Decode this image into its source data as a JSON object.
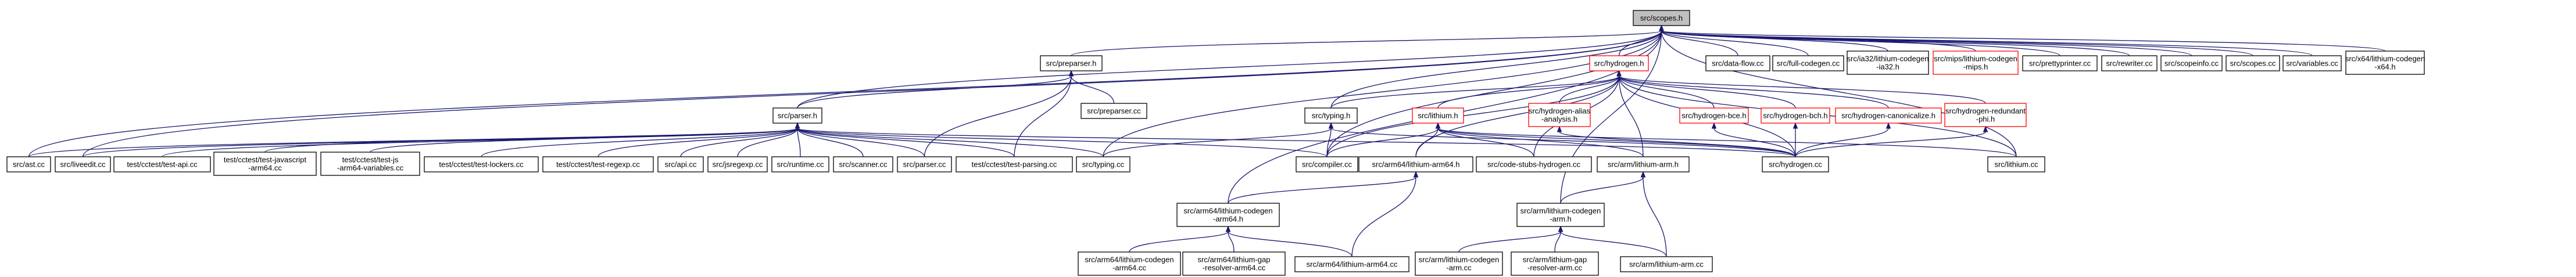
{
  "graph": {
    "nodes": [
      {
        "id": "scopes_h",
        "lines": [
          "src/scopes.h"
        ],
        "style": "root"
      },
      {
        "id": "preparser_h",
        "lines": [
          "src/preparser.h"
        ],
        "style": "normal"
      },
      {
        "id": "hydrogen_h",
        "lines": [
          "src/hydrogen.h"
        ],
        "style": "red"
      },
      {
        "id": "data_flow",
        "lines": [
          "src/data-flow.cc"
        ],
        "style": "normal"
      },
      {
        "id": "full_codegen",
        "lines": [
          "src/full-codegen.cc"
        ],
        "style": "normal"
      },
      {
        "id": "ia32_lithium_codegen",
        "lines": [
          "src/ia32/lithium-codegen",
          "-ia32.h"
        ],
        "style": "normal"
      },
      {
        "id": "mips_lithium_codegen",
        "lines": [
          "src/mips/lithium-codegen",
          "-mips.h"
        ],
        "style": "red"
      },
      {
        "id": "prettyprinter",
        "lines": [
          "src/prettyprinter.cc"
        ],
        "style": "normal"
      },
      {
        "id": "rewriter",
        "lines": [
          "src/rewriter.cc"
        ],
        "style": "normal"
      },
      {
        "id": "scopeinfo",
        "lines": [
          "src/scopeinfo.cc"
        ],
        "style": "normal"
      },
      {
        "id": "scopes_cc",
        "lines": [
          "src/scopes.cc"
        ],
        "style": "normal"
      },
      {
        "id": "variables",
        "lines": [
          "src/variables.cc"
        ],
        "style": "normal"
      },
      {
        "id": "x64_lithium_codegen",
        "lines": [
          "src/x64/lithium-codegen",
          "-x64.h"
        ],
        "style": "normal"
      },
      {
        "id": "preparser_cc",
        "lines": [
          "src/preparser.cc"
        ],
        "style": "normal"
      },
      {
        "id": "parser_h",
        "lines": [
          "src/parser.h"
        ],
        "style": "normal"
      },
      {
        "id": "typing_h",
        "lines": [
          "src/typing.h"
        ],
        "style": "normal"
      },
      {
        "id": "lithium_h",
        "lines": [
          "src/lithium.h"
        ],
        "style": "red"
      },
      {
        "id": "hydrogen_alias",
        "lines": [
          "src/hydrogen-alias",
          "-analysis.h"
        ],
        "style": "red"
      },
      {
        "id": "hydrogen_bce",
        "lines": [
          "src/hydrogen-bce.h"
        ],
        "style": "red"
      },
      {
        "id": "hydrogen_bch",
        "lines": [
          "src/hydrogen-bch.h"
        ],
        "style": "red"
      },
      {
        "id": "hydrogen_canon",
        "lines": [
          "src/hydrogen-canonicalize.h"
        ],
        "style": "red"
      },
      {
        "id": "hydrogen_redundant",
        "lines": [
          "src/hydrogen-redundant",
          "-phi.h"
        ],
        "style": "red"
      },
      {
        "id": "ast",
        "lines": [
          "src/ast.cc"
        ],
        "style": "normal"
      },
      {
        "id": "liveedit",
        "lines": [
          "src/liveedit.cc"
        ],
        "style": "normal"
      },
      {
        "id": "test_api",
        "lines": [
          "test/cctest/test-api.cc"
        ],
        "style": "normal"
      },
      {
        "id": "test_js_arm64",
        "lines": [
          "test/cctest/test-javascript",
          "-arm64.cc"
        ],
        "style": "normal"
      },
      {
        "id": "test_js_arm64_var",
        "lines": [
          "test/cctest/test-js",
          "-arm64-variables.cc"
        ],
        "style": "normal"
      },
      {
        "id": "test_lockers",
        "lines": [
          "test/cctest/test-lockers.cc"
        ],
        "style": "normal"
      },
      {
        "id": "test_regexp",
        "lines": [
          "test/cctest/test-regexp.cc"
        ],
        "style": "normal"
      },
      {
        "id": "api",
        "lines": [
          "src/api.cc"
        ],
        "style": "normal"
      },
      {
        "id": "jsregexp",
        "lines": [
          "src/jsregexp.cc"
        ],
        "style": "normal"
      },
      {
        "id": "runtime",
        "lines": [
          "src/runtime.cc"
        ],
        "style": "normal"
      },
      {
        "id": "scanner",
        "lines": [
          "src/scanner.cc"
        ],
        "style": "normal"
      },
      {
        "id": "parser_cc",
        "lines": [
          "src/parser.cc"
        ],
        "style": "normal"
      },
      {
        "id": "test_parsing",
        "lines": [
          "test/cctest/test-parsing.cc"
        ],
        "style": "normal"
      },
      {
        "id": "typing_cc",
        "lines": [
          "src/typing.cc"
        ],
        "style": "normal"
      },
      {
        "id": "compiler",
        "lines": [
          "src/compiler.cc"
        ],
        "style": "normal"
      },
      {
        "id": "arm64_lithium_arm64_h",
        "lines": [
          "src/arm64/lithium-arm64.h"
        ],
        "style": "normal"
      },
      {
        "id": "code_stubs_hydrogen",
        "lines": [
          "src/code-stubs-hydrogen.cc"
        ],
        "style": "normal"
      },
      {
        "id": "arm_lithium_arm_h",
        "lines": [
          "src/arm/lithium-arm.h"
        ],
        "style": "normal"
      },
      {
        "id": "hydrogen_cc",
        "lines": [
          "src/hydrogen.cc"
        ],
        "style": "normal"
      },
      {
        "id": "lithium_cc",
        "lines": [
          "src/lithium.cc"
        ],
        "style": "normal"
      },
      {
        "id": "arm64_lithium_codegen_h",
        "lines": [
          "src/arm64/lithium-codegen",
          "-arm64.h"
        ],
        "style": "normal"
      },
      {
        "id": "arm_lithium_codegen_h",
        "lines": [
          "src/arm/lithium-codegen",
          "-arm.h"
        ],
        "style": "normal"
      },
      {
        "id": "arm64_lithium_codegen_cc",
        "lines": [
          "src/arm64/lithium-codegen",
          "-arm64.cc"
        ],
        "style": "normal"
      },
      {
        "id": "arm64_gap_resolver",
        "lines": [
          "src/arm64/lithium-gap",
          "-resolver-arm64.cc"
        ],
        "style": "normal"
      },
      {
        "id": "arm64_lithium_arm64_cc",
        "lines": [
          "src/arm64/lithium-arm64.cc"
        ],
        "style": "normal"
      },
      {
        "id": "arm_lithium_codegen_cc",
        "lines": [
          "src/arm/lithium-codegen",
          "-arm.cc"
        ],
        "style": "normal"
      },
      {
        "id": "arm_gap_resolver",
        "lines": [
          "src/arm/lithium-gap",
          "-resolver-arm.cc"
        ],
        "style": "normal"
      },
      {
        "id": "arm_lithium_arm_cc",
        "lines": [
          "src/arm/lithium-arm.cc"
        ],
        "style": "normal"
      }
    ],
    "edges": [
      [
        "scopes_h",
        "preparser_h"
      ],
      [
        "scopes_h",
        "hydrogen_h"
      ],
      [
        "scopes_h",
        "data_flow"
      ],
      [
        "scopes_h",
        "full_codegen"
      ],
      [
        "scopes_h",
        "ia32_lithium_codegen"
      ],
      [
        "scopes_h",
        "mips_lithium_codegen"
      ],
      [
        "scopes_h",
        "prettyprinter"
      ],
      [
        "scopes_h",
        "rewriter"
      ],
      [
        "scopes_h",
        "scopeinfo"
      ],
      [
        "scopes_h",
        "scopes_cc"
      ],
      [
        "scopes_h",
        "variables"
      ],
      [
        "scopes_h",
        "x64_lithium_codegen"
      ],
      [
        "scopes_h",
        "parser_h"
      ],
      [
        "scopes_h",
        "ast"
      ],
      [
        "scopes_h",
        "liveedit"
      ],
      [
        "scopes_h",
        "typing_h"
      ],
      [
        "scopes_h",
        "typing_cc"
      ],
      [
        "scopes_h",
        "compiler"
      ],
      [
        "scopes_h",
        "lithium_cc"
      ],
      [
        "scopes_h",
        "arm_lithium_codegen_h"
      ],
      [
        "scopes_h",
        "arm64_lithium_codegen_h"
      ],
      [
        "preparser_h",
        "preparser_cc"
      ],
      [
        "preparser_h",
        "parser_h"
      ],
      [
        "preparser_h",
        "parser_cc"
      ],
      [
        "preparser_h",
        "test_parsing"
      ],
      [
        "parser_h",
        "ast"
      ],
      [
        "parser_h",
        "liveedit"
      ],
      [
        "parser_h",
        "test_api"
      ],
      [
        "parser_h",
        "test_js_arm64"
      ],
      [
        "parser_h",
        "test_js_arm64_var"
      ],
      [
        "parser_h",
        "test_lockers"
      ],
      [
        "parser_h",
        "test_regexp"
      ],
      [
        "parser_h",
        "api"
      ],
      [
        "parser_h",
        "jsregexp"
      ],
      [
        "parser_h",
        "runtime"
      ],
      [
        "parser_h",
        "scanner"
      ],
      [
        "parser_h",
        "parser_cc"
      ],
      [
        "parser_h",
        "test_parsing"
      ],
      [
        "parser_h",
        "typing_cc"
      ],
      [
        "parser_h",
        "compiler"
      ],
      [
        "parser_h",
        "hydrogen_cc"
      ],
      [
        "hydrogen_h",
        "typing_h"
      ],
      [
        "hydrogen_h",
        "lithium_h"
      ],
      [
        "hydrogen_h",
        "hydrogen_alias"
      ],
      [
        "hydrogen_h",
        "hydrogen_bce"
      ],
      [
        "hydrogen_h",
        "hydrogen_bch"
      ],
      [
        "hydrogen_h",
        "hydrogen_canon"
      ],
      [
        "hydrogen_h",
        "hydrogen_redundant"
      ],
      [
        "hydrogen_h",
        "compiler"
      ],
      [
        "hydrogen_h",
        "code_stubs_hydrogen"
      ],
      [
        "hydrogen_h",
        "arm_lithium_arm_h"
      ],
      [
        "hydrogen_h",
        "hydrogen_cc"
      ],
      [
        "hydrogen_h",
        "lithium_cc"
      ],
      [
        "hydrogen_h",
        "arm64_lithium_arm64_h"
      ],
      [
        "typing_h",
        "typing_cc"
      ],
      [
        "typing_h",
        "compiler"
      ],
      [
        "typing_h",
        "hydrogen_cc"
      ],
      [
        "lithium_h",
        "arm64_lithium_arm64_h"
      ],
      [
        "lithium_h",
        "code_stubs_hydrogen"
      ],
      [
        "lithium_h",
        "arm_lithium_arm_h"
      ],
      [
        "lithium_h",
        "hydrogen_cc"
      ],
      [
        "lithium_h",
        "lithium_cc"
      ],
      [
        "lithium_h",
        "compiler"
      ],
      [
        "hydrogen_alias",
        "hydrogen_cc"
      ],
      [
        "hydrogen_bce",
        "hydrogen_cc"
      ],
      [
        "hydrogen_bch",
        "hydrogen_cc"
      ],
      [
        "hydrogen_canon",
        "hydrogen_cc"
      ],
      [
        "hydrogen_redundant",
        "hydrogen_cc"
      ],
      [
        "arm64_lithium_arm64_h",
        "arm64_lithium_codegen_h"
      ],
      [
        "arm64_lithium_arm64_h",
        "arm64_lithium_arm64_cc"
      ],
      [
        "arm_lithium_arm_h",
        "arm_lithium_codegen_h"
      ],
      [
        "arm_lithium_arm_h",
        "arm_lithium_arm_cc"
      ],
      [
        "arm64_lithium_codegen_h",
        "arm64_lithium_codegen_cc"
      ],
      [
        "arm64_lithium_codegen_h",
        "arm64_gap_resolver"
      ],
      [
        "arm64_lithium_codegen_h",
        "arm64_lithium_arm64_cc"
      ],
      [
        "arm_lithium_codegen_h",
        "arm_lithium_codegen_cc"
      ],
      [
        "arm_lithium_codegen_h",
        "arm_gap_resolver"
      ],
      [
        "arm_lithium_codegen_h",
        "arm_lithium_arm_cc"
      ]
    ]
  }
}
